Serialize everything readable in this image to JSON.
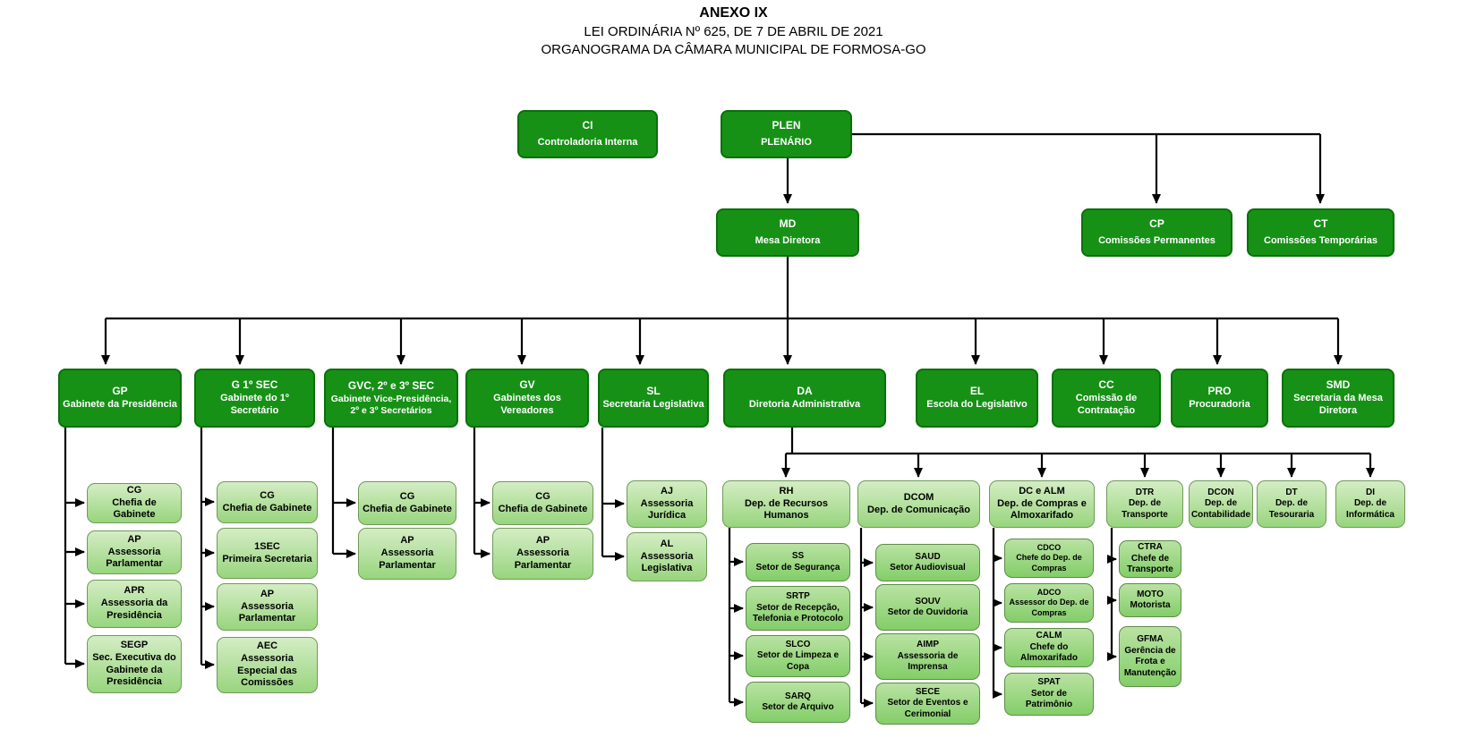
{
  "title": {
    "line1": "ANEXO IX",
    "line2": "LEI ORDINÁRIA Nº 625, DE 7 DE ABRIL DE 2021",
    "line3": "ORGANOGRAMA DA CÂMARA MUNICIPAL DE FORMOSA-GO"
  },
  "colors": {
    "box_dark_green": "#169116",
    "box_light_green_top": "#d4edc4",
    "box_light_green_bottom": "#98d57e",
    "connector": "#000000"
  },
  "nodes": {
    "ci": {
      "code": "CI",
      "label": "Controladoria Interna"
    },
    "plen": {
      "code": "PLEN",
      "label": "PLENÁRIO"
    },
    "md": {
      "code": "MD",
      "label": "Mesa Diretora"
    },
    "cp": {
      "code": "CP",
      "label": "Comissões Permanentes"
    },
    "ct": {
      "code": "CT",
      "label": "Comissões Temporárias"
    },
    "gp": {
      "code": "GP",
      "label": "Gabinete da Presidência"
    },
    "g1sec": {
      "code": "G 1º SEC",
      "label": "Gabinete do 1º Secretário"
    },
    "gvc": {
      "code": "GVC, 2º e 3º SEC",
      "label": "Gabinete Vice-Presidência, 2º e 3º Secretários"
    },
    "gv": {
      "code": "GV",
      "label": "Gabinetes dos Vereadores"
    },
    "sl": {
      "code": "SL",
      "label": "Secretaria Legislativa"
    },
    "da": {
      "code": "DA",
      "label": "Diretoria Administrativa"
    },
    "el": {
      "code": "EL",
      "label": "Escola do Legislativo"
    },
    "cc": {
      "code": "CC",
      "label": "Comissão de Contratação"
    },
    "pro": {
      "code": "PRO",
      "label": "Procuradoria"
    },
    "smd": {
      "code": "SMD",
      "label": "Secretaria da Mesa Diretora"
    },
    "gp_cg": {
      "code": "CG",
      "label": "Chefia de Gabinete"
    },
    "gp_ap": {
      "code": "AP",
      "label": "Assessoria Parlamentar"
    },
    "gp_apr": {
      "code": "APR",
      "label": "Assessoria da Presidência"
    },
    "gp_segp": {
      "code": "SEGP",
      "label": "Sec. Executiva do Gabinete da Presidência"
    },
    "g1_cg": {
      "code": "CG",
      "label": "Chefia de Gabinete"
    },
    "g1_1sec": {
      "code": "1SEC",
      "label": "Primeira Secretaria"
    },
    "g1_ap": {
      "code": "AP",
      "label": "Assessoria Parlamentar"
    },
    "g1_aec": {
      "code": "AEC",
      "label": "Assessoria Especial das Comissões"
    },
    "gvc_cg": {
      "code": "CG",
      "label": "Chefia de Gabinete"
    },
    "gvc_ap": {
      "code": "AP",
      "label": "Assessoria Parlamentar"
    },
    "gv_cg": {
      "code": "CG",
      "label": "Chefia de Gabinete"
    },
    "gv_ap": {
      "code": "AP",
      "label": "Assessoria Parlamentar"
    },
    "sl_aj": {
      "code": "AJ",
      "label": "Assessoria Jurídica"
    },
    "sl_al": {
      "code": "AL",
      "label": "Assessoria Legislativa"
    },
    "rh": {
      "code": "RH",
      "label": "Dep. de Recursos Humanos"
    },
    "dcom": {
      "code": "DCOM",
      "label": "Dep. de Comunicação"
    },
    "dcalm": {
      "code": "DC e ALM",
      "label": "Dep. de Compras e Almoxarifado"
    },
    "dtr": {
      "code": "DTR",
      "label": "Dep. de Transporte"
    },
    "dcon": {
      "code": "DCON",
      "label": "Dep. de Contabilidade"
    },
    "dt": {
      "code": "DT",
      "label": "Dep. de Tesouraria"
    },
    "di": {
      "code": "DI",
      "label": "Dep. de Informática"
    },
    "rh_ss": {
      "code": "SS",
      "label": "Setor de Segurança"
    },
    "rh_srtp": {
      "code": "SRTP",
      "label": "Setor de Recepção, Telefonia e Protocolo"
    },
    "rh_slco": {
      "code": "SLCO",
      "label": "Setor de Limpeza e Copa"
    },
    "rh_sarq": {
      "code": "SARQ",
      "label": "Setor de Arquivo"
    },
    "dcom_saud": {
      "code": "SAUD",
      "label": "Setor Audiovisual"
    },
    "dcom_souv": {
      "code": "SOUV",
      "label": "Setor de Ouvidoria"
    },
    "dcom_aimp": {
      "code": "AIMP",
      "label": "Assessoria de Imprensa"
    },
    "dcom_sece": {
      "code": "SECE",
      "label": "Setor de Eventos e Cerimonial"
    },
    "dcalm_cdco": {
      "code": "CDCO",
      "label": "Chefe do Dep. de Compras"
    },
    "dcalm_adco": {
      "code": "ADCO",
      "label": "Assessor do Dep. de Compras"
    },
    "dcalm_calm": {
      "code": "CALM",
      "label": "Chefe do Almoxarifado"
    },
    "dcalm_spat": {
      "code": "SPAT",
      "label": "Setor de Patrimônio"
    },
    "dtr_ctra": {
      "code": "CTRA",
      "label": "Chefe de Transporte"
    },
    "dtr_moto": {
      "code": "MOTO",
      "label": "Motorista"
    },
    "dtr_gfma": {
      "code": "GFMA",
      "label": "Gerência de Frota e Manutenção"
    }
  }
}
